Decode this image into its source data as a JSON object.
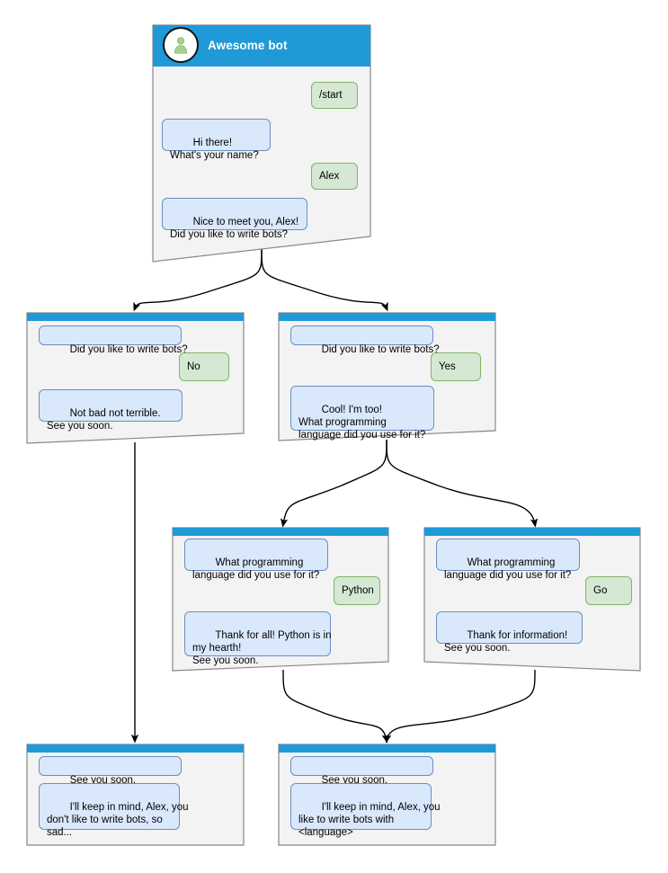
{
  "diagram": {
    "title": "Awesome bot conversation flow",
    "colors": {
      "header_blue": "#1f9ad6",
      "panel_bg": "#f3f3f3",
      "panel_border": "#888888",
      "bot_bubble_fill": "#dae8fc",
      "bot_bubble_stroke": "#6c8ebf",
      "user_bubble_fill": "#d5e8d4",
      "user_bubble_stroke": "#82b366",
      "edge": "#000000",
      "avatar_person": "#a9d18e"
    }
  },
  "nodes": [
    {
      "id": "start",
      "header": {
        "title": "Awesome bot",
        "avatar_icon": "person-avatar-icon",
        "show": true
      },
      "messages": [
        {
          "from": "user",
          "text": "/start"
        },
        {
          "from": "bot",
          "text": "Hi there!\nWhat's your name?"
        },
        {
          "from": "user",
          "text": "Alex"
        },
        {
          "from": "bot",
          "text": "Nice to meet you, Alex!\nDid you like to write bots?"
        }
      ]
    },
    {
      "id": "answer-no",
      "header": {
        "title": "",
        "avatar_icon": "",
        "show": false
      },
      "messages": [
        {
          "from": "bot",
          "text": "Did you like to write bots?"
        },
        {
          "from": "user",
          "text": "No"
        },
        {
          "from": "bot",
          "text": "Not bad not terrible.\nSee you soon."
        }
      ]
    },
    {
      "id": "answer-yes",
      "header": {
        "title": "",
        "avatar_icon": "",
        "show": false
      },
      "messages": [
        {
          "from": "bot",
          "text": "Did you like to write bots?"
        },
        {
          "from": "user",
          "text": "Yes"
        },
        {
          "from": "bot",
          "text": "Cool! I'm too!\nWhat programming\nlanguage did you use for it?"
        }
      ]
    },
    {
      "id": "language-python",
      "header": {
        "title": "",
        "avatar_icon": "",
        "show": false
      },
      "messages": [
        {
          "from": "bot",
          "text": "What programming\nlanguage did you use for it?"
        },
        {
          "from": "user",
          "text": "Python"
        },
        {
          "from": "bot",
          "text": "Thank for all! Python is in\nmy hearth!\nSee you soon."
        }
      ]
    },
    {
      "id": "language-go",
      "header": {
        "title": "",
        "avatar_icon": "",
        "show": false
      },
      "messages": [
        {
          "from": "bot",
          "text": "What programming\nlanguage did you use for it?"
        },
        {
          "from": "user",
          "text": "Go"
        },
        {
          "from": "bot",
          "text": "Thank for information!\nSee you soon."
        }
      ]
    },
    {
      "id": "end-sad",
      "header": {
        "title": "",
        "avatar_icon": "",
        "show": false
      },
      "messages": [
        {
          "from": "bot",
          "text": "See you soon."
        },
        {
          "from": "bot",
          "text": "I'll keep in mind, Alex, you\ndon't like to write bots, so\nsad..."
        }
      ]
    },
    {
      "id": "end-happy",
      "header": {
        "title": "",
        "avatar_icon": "",
        "show": false
      },
      "messages": [
        {
          "from": "bot",
          "text": "See you soon."
        },
        {
          "from": "bot",
          "text": "I'll keep in mind, Alex, you\nlike to write bots with\n<language>"
        }
      ]
    }
  ]
}
